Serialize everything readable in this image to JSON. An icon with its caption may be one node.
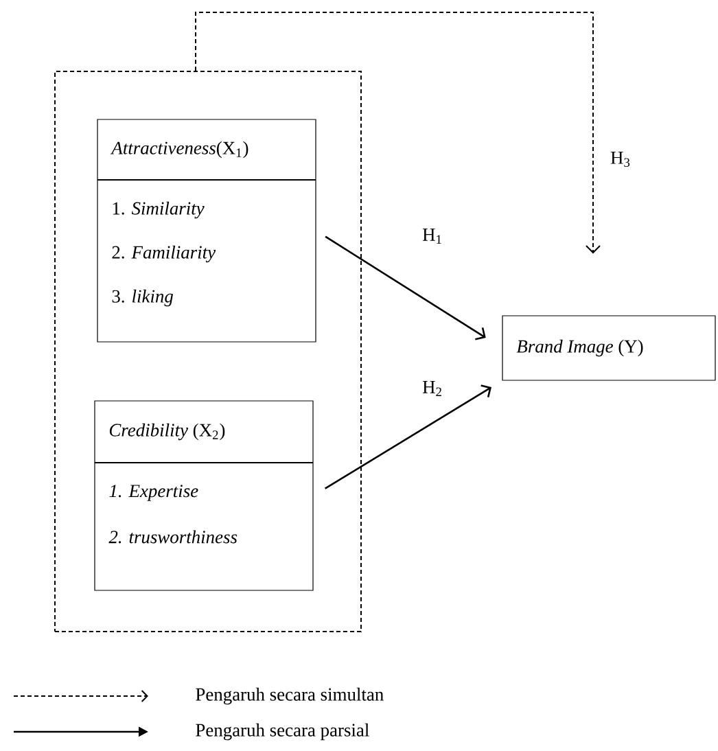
{
  "diagram": {
    "nodes": [
      {
        "text": [],
        "shape": "box"
      },
      {
        "text": [
          "*Attractiveness*(X$_{1}$)",
          "1. *Similarity*",
          "2. *Familiarity*",
          "3. *liking*"
        ],
        "in": 0
      },
      {
        "text": [
          "*Credibility* (X$_{2}$)",
          "1. Expertise",
          "2. trusworthiness"
        ],
        "in": 0
      },
      {
        "text": [
          "*Brand Image* (Y)"
        ]
      }
    ],
    "edges": [
      {
        "from": 1,
        "to": 3,
        "arrow": "to",
        "label": "H$_{1}$"
      },
      {
        "from": 2,
        "to": 3,
        "arrow": "to",
        "label": "H$_{2}$"
      },
      {
        "from": 0,
        "to": 3,
        "arrow": "to",
        "label": "H$_{3}$",
        "style": "dashed"
      }
    ],
    "legend": [
      {
        "text": "Pengaruh secara simultan"
      },
      {
        "text": "Pengaruh secara parsial"
      }
    ]
  }
}
